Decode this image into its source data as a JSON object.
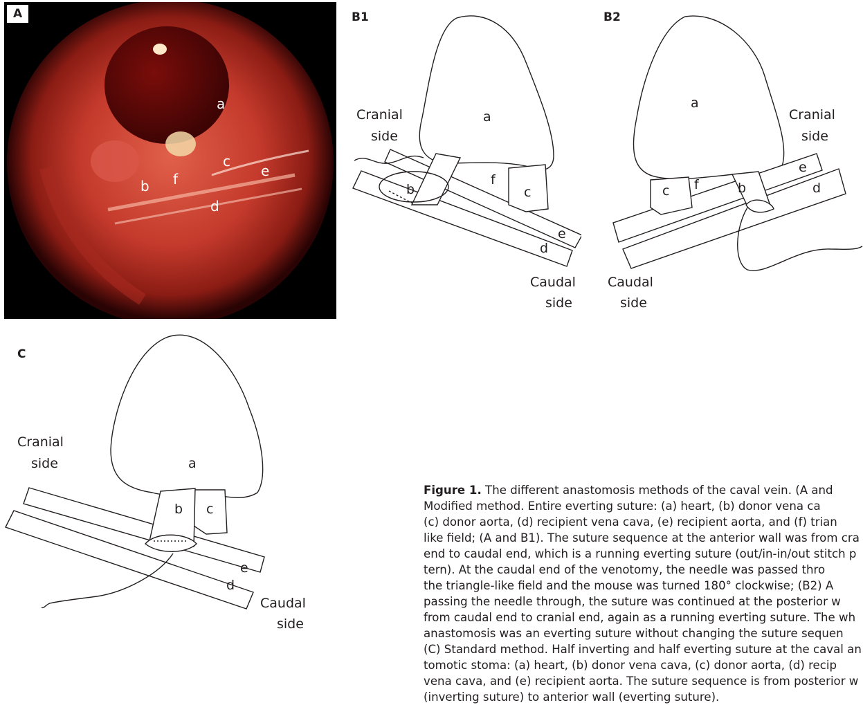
{
  "panels": {
    "A": {
      "label": "A",
      "annotations": [
        "a",
        "b",
        "c",
        "d",
        "e",
        "f"
      ]
    },
    "B1": {
      "label": "B1",
      "cranial": [
        "Cranial",
        "side"
      ],
      "caudal": [
        "Caudal",
        "side"
      ],
      "annotations": [
        "a",
        "b",
        "c",
        "d",
        "e",
        "f"
      ]
    },
    "B2": {
      "label": "B2",
      "cranial": [
        "Cranial",
        "side"
      ],
      "caudal": [
        "Caudal",
        "side"
      ],
      "annotations": [
        "a",
        "b",
        "c",
        "d",
        "e",
        "f"
      ]
    },
    "C": {
      "label": "C",
      "cranial": [
        "Cranial",
        "side"
      ],
      "caudal": [
        "Caudal",
        "side"
      ],
      "annotations": [
        "a",
        "b",
        "c",
        "d",
        "e"
      ]
    }
  },
  "caption": {
    "label": "Figure 1.",
    "lines": [
      " The different anastomosis methods of the caval vein. (A and",
      "Modified method. Entire everting suture: (a) heart, (b) donor vena ca",
      "(c) donor aorta, (d) recipient vena cava, (e) recipient aorta, and (f) trian",
      "like field; (A and B1). The suture sequence at the anterior wall was from cra",
      "end to caudal end, which is a running everting suture (out/in-in/out stitch p",
      "tern). At the caudal end of the venotomy, the needle was passed thro",
      "the triangle-like field and the mouse was turned 180° clockwise; (B2) A",
      "passing the needle through, the suture was continued at the posterior w",
      "from caudal end to cranial end, again as a running everting suture. The wh",
      "anastomosis was an everting suture without changing the suture sequen",
      "(C) Standard method. Half inverting and half everting suture at the caval an",
      "tomotic stoma: (a) heart, (b) donor vena cava, (c) donor aorta, (d) recip",
      "vena cava, and (e) recipient aorta. The suture sequence is from posterior w",
      "(inverting suture) to anterior wall (everting suture)."
    ]
  },
  "colors": {
    "photo_base": "#c0302a",
    "photo_dark": "#5a0a08",
    "line": "#231f20"
  }
}
